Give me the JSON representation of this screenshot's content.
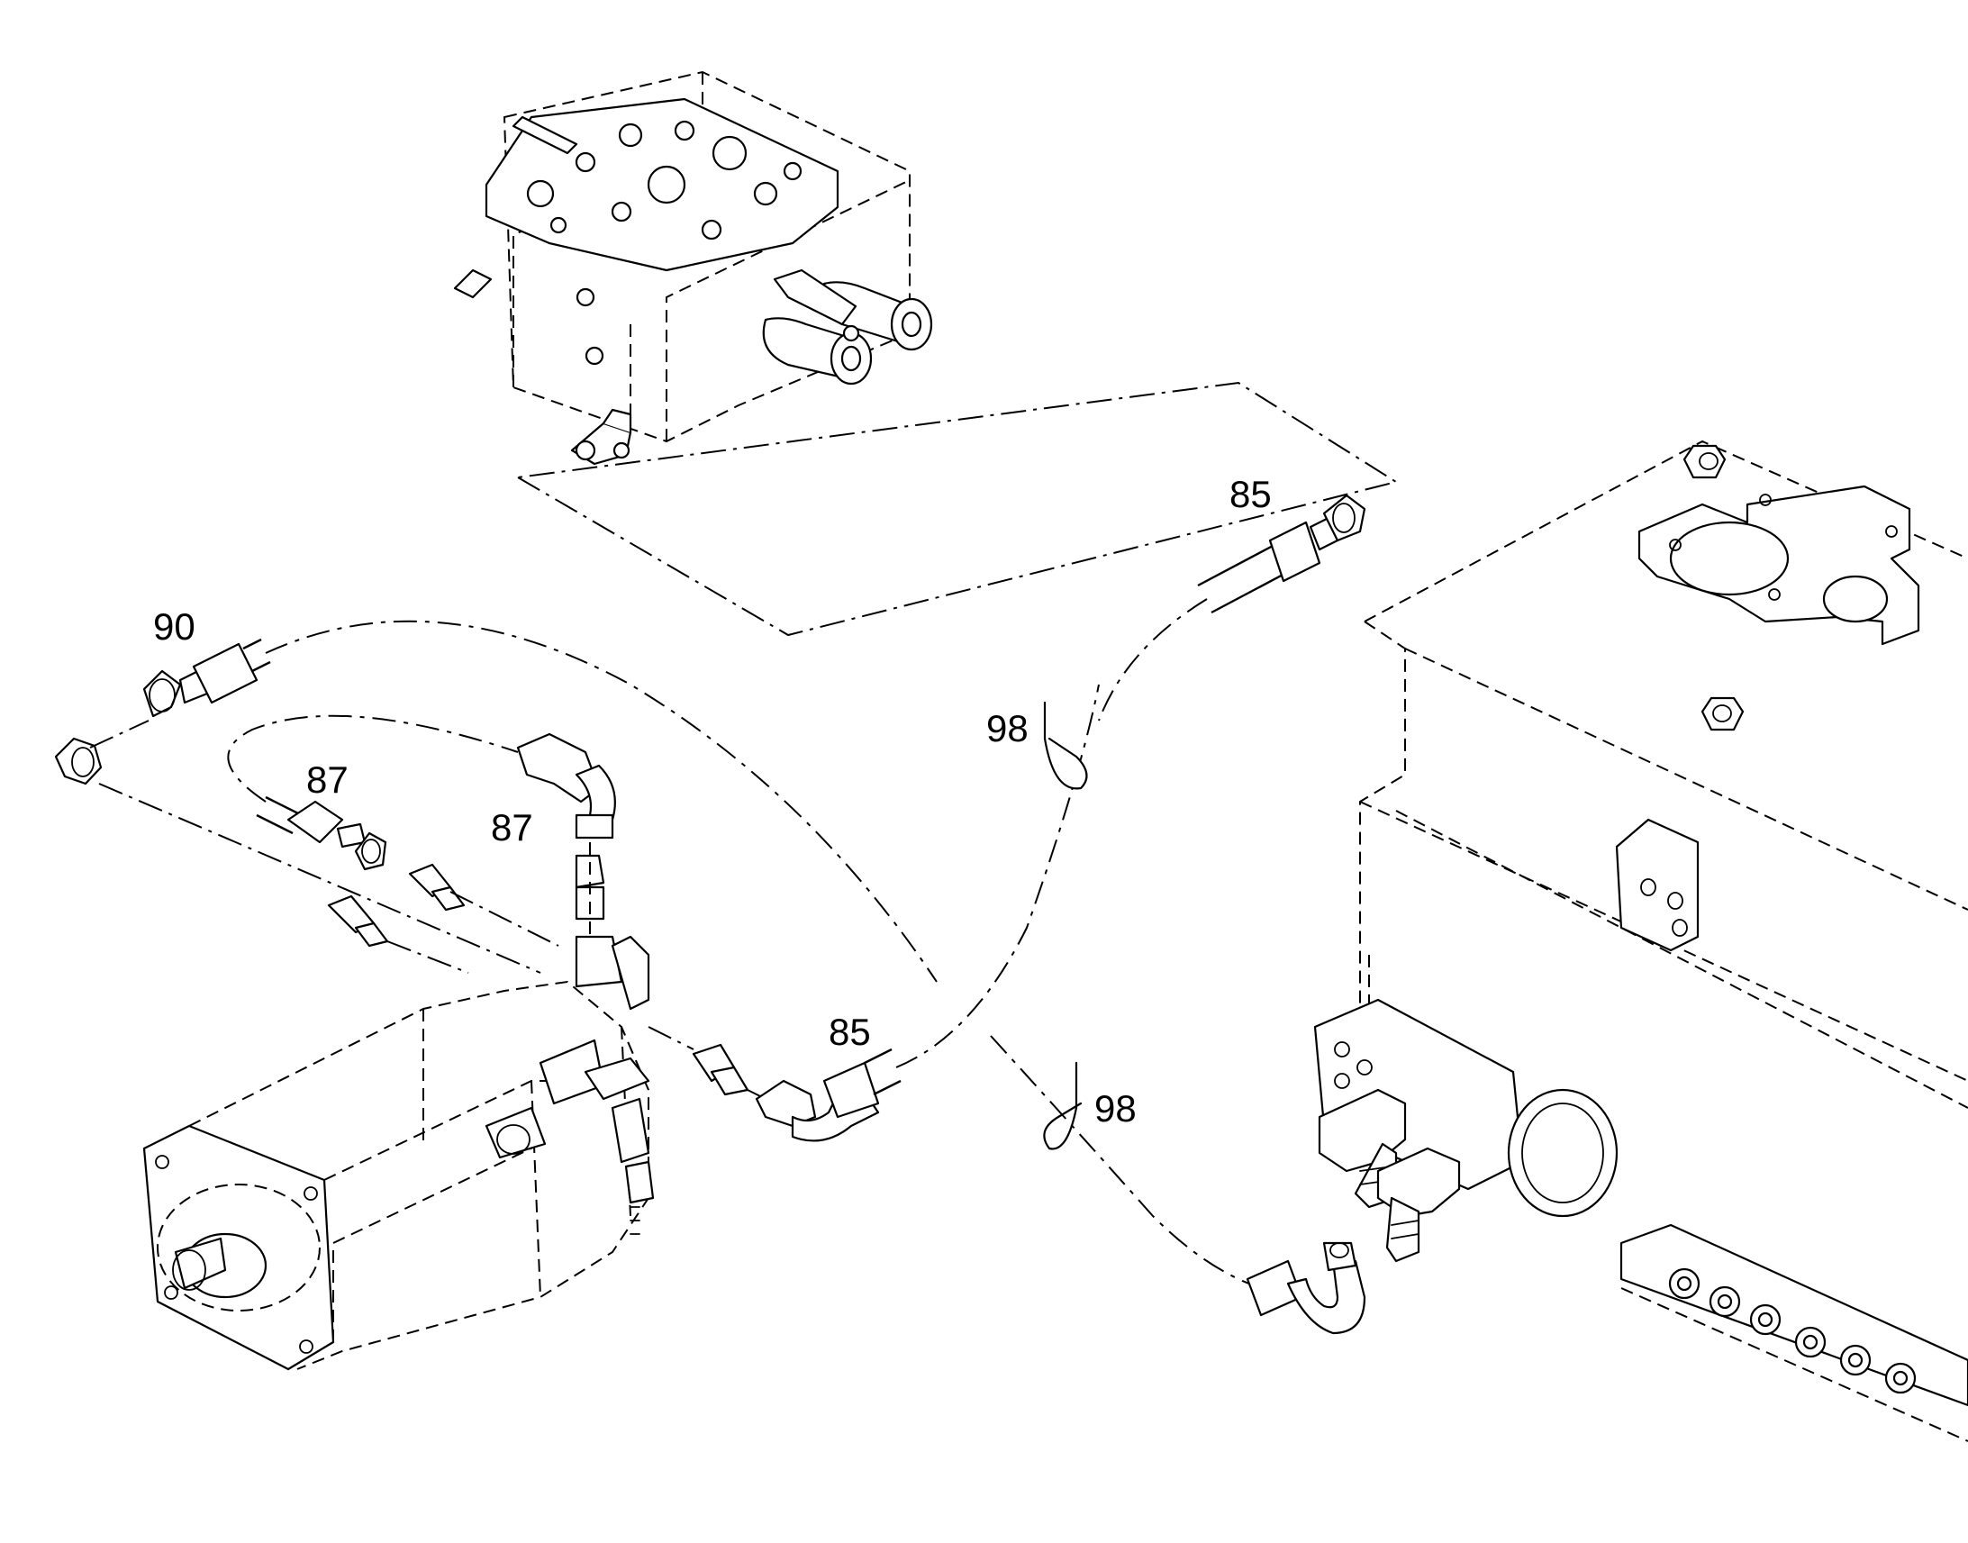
{
  "callouts": {
    "c90": "90",
    "c87a": "87",
    "c87b": "87",
    "c85top": "85",
    "c85mid": "85",
    "c98top": "98",
    "c98bot": "98"
  },
  "colors": {
    "line": "#000000",
    "background": "#ffffff"
  }
}
